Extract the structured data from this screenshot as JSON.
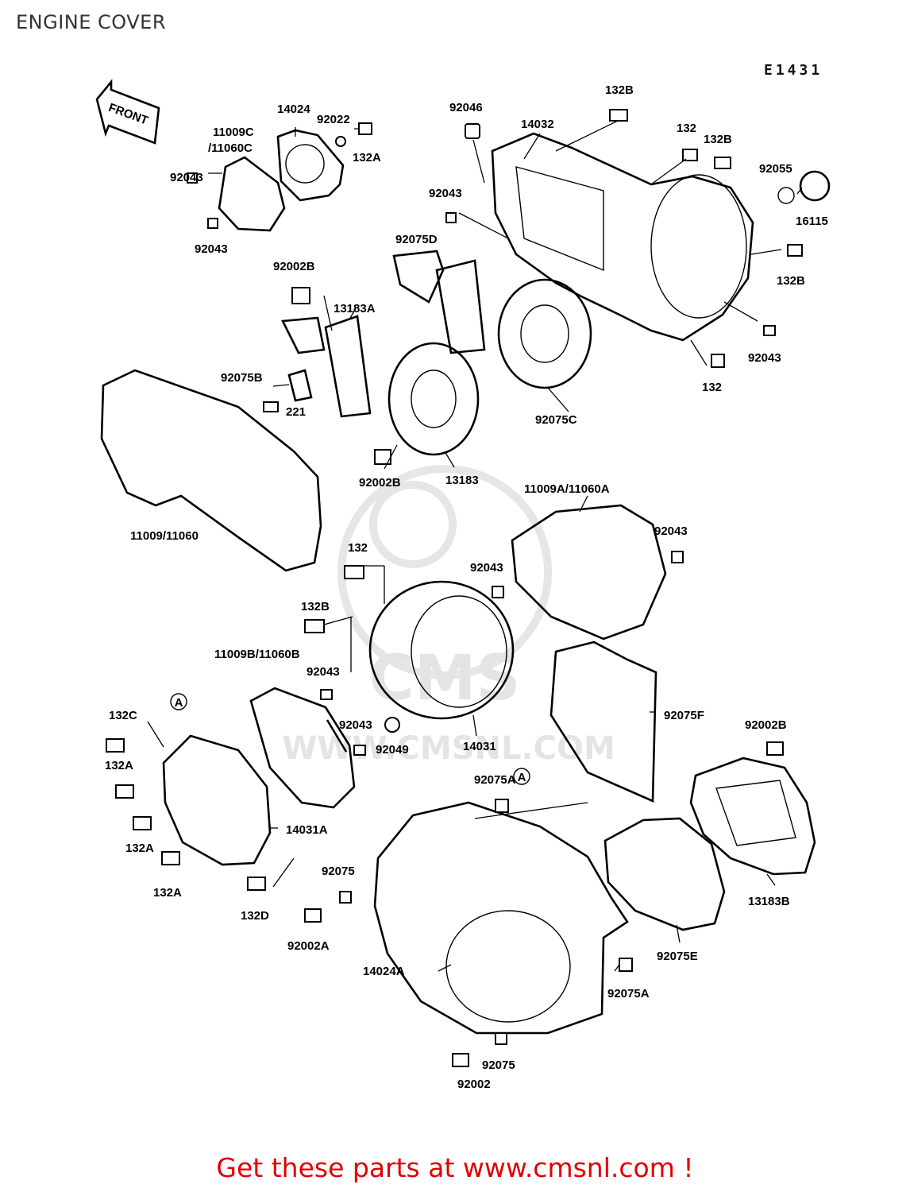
{
  "page": {
    "title": "ENGINE COVER",
    "diagram_code": "E1431",
    "promo_text": "Get these parts at www.cmsnl.com !",
    "accent_color": "#e00000"
  },
  "watermark": {
    "line1": "CMS",
    "line2": "WWW.CMSNL.COM"
  },
  "direction_tag": "FRONT",
  "callout_marks": [
    "A",
    "A"
  ],
  "labels": [
    "14024",
    "92022",
    "11009C",
    "/11060C",
    "132A",
    "92043",
    "92043",
    "92046",
    "14032",
    "132B",
    "132",
    "132B",
    "92055",
    "16115",
    "92043",
    "92075D",
    "132B",
    "92002B",
    "13183A",
    "92043",
    "92075B",
    "221",
    "92075C",
    "132",
    "92002B",
    "13183",
    "11009/11060",
    "11009A/11060A",
    "92043",
    "132",
    "92043",
    "132B",
    "11009B/11060B",
    "92043",
    "92043",
    "92049",
    "14031",
    "92075F",
    "132C",
    "92002B",
    "132A",
    "92075A",
    "14031A",
    "132A",
    "92075",
    "132A",
    "132D",
    "92002A",
    "13183B",
    "92075E",
    "14024A",
    "92075A",
    "92075",
    "92002"
  ]
}
